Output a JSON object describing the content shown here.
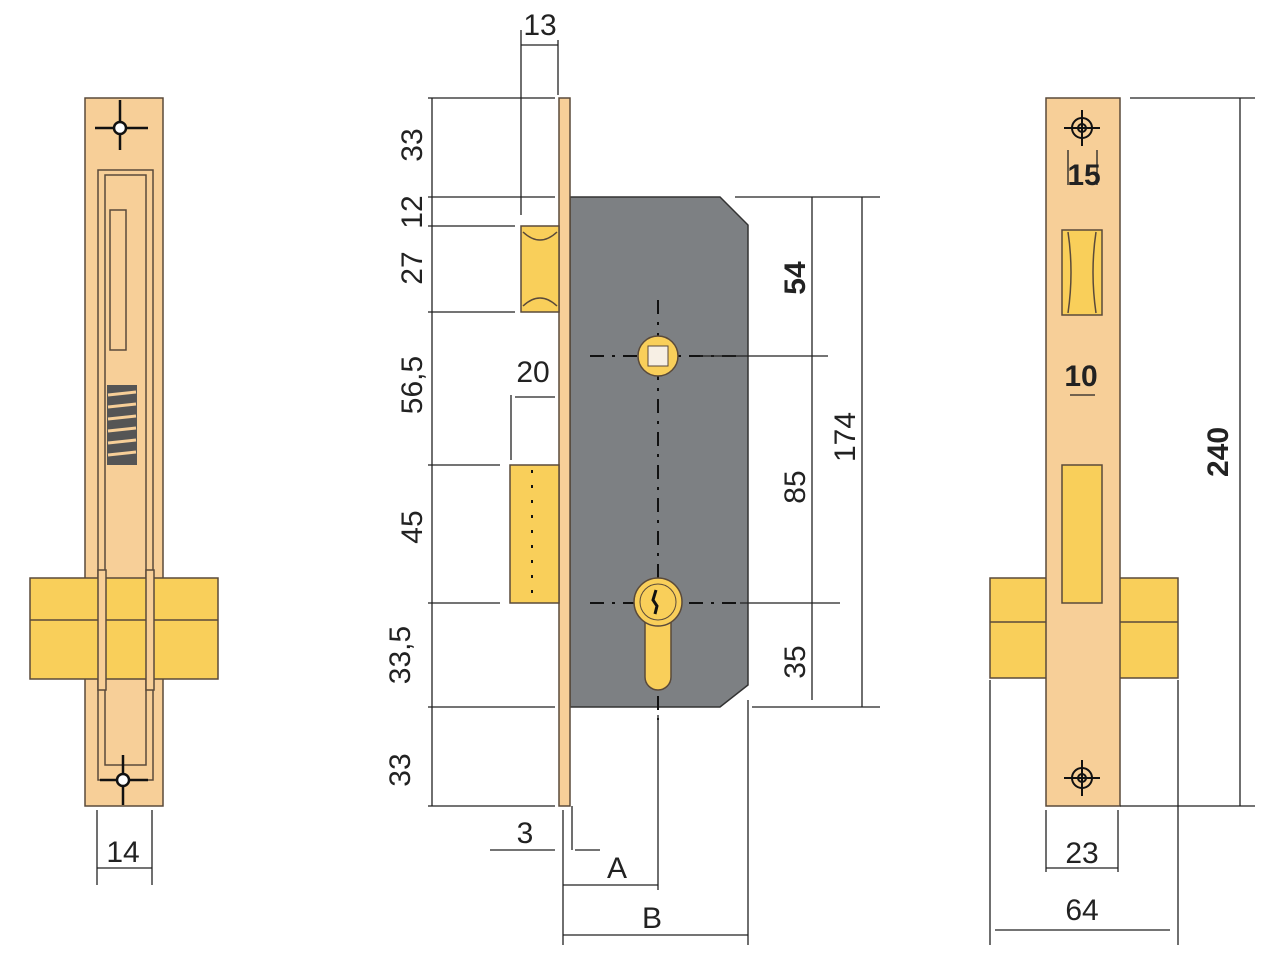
{
  "colors": {
    "plate": "#f7cf98",
    "brass": "#f9cf5a",
    "case": "#7d8083"
  },
  "side_view": {
    "width_label": "14"
  },
  "front_view": {
    "faceplate_thickness": "13",
    "left_dims": [
      "33",
      "12",
      "27",
      "56,5",
      "45",
      "33,5",
      "33"
    ],
    "deadbolt_throw": "20",
    "plate_gap": "3",
    "backset_label": "A",
    "case_depth_label": "B",
    "right_dims": {
      "top": "54",
      "centers": "85",
      "bottom": "35",
      "case_height": "174"
    }
  },
  "faceplate_view": {
    "screw_dim": "15",
    "slot_dim": "10",
    "height": "240",
    "inner_width": "23",
    "bolt_width": "64"
  }
}
